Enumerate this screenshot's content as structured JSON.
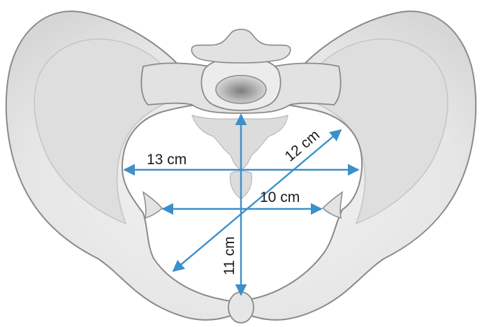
{
  "diagram": {
    "measurements": [
      {
        "id": "transverse",
        "label": "13 cm"
      },
      {
        "id": "oblique",
        "label": "12 cm"
      },
      {
        "id": "interspinous",
        "label": "10 cm"
      },
      {
        "id": "anteroposterior",
        "label": "11 cm"
      }
    ],
    "colors": {
      "bone_fill": "#e6e6e6",
      "bone_outline": "#8a8a8a",
      "bone_shadow": "#d2d2d2",
      "inlet_fill": "#ffffff",
      "vertebra_core": "#9a9a9a",
      "arrow": "#3d8fc9",
      "text": "#1a1a1a"
    }
  }
}
